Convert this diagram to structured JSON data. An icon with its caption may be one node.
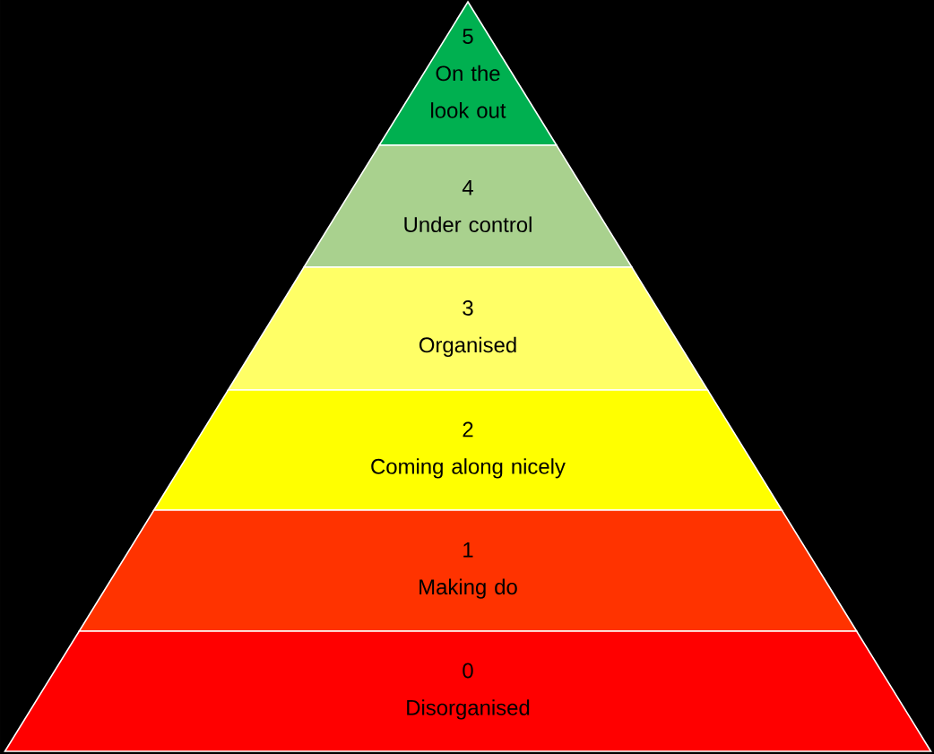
{
  "diagram": {
    "nodes": [
      {
        "text": [
          "5",
          "On the look out"
        ]
      },
      {
        "text": [
          "4",
          "Under control"
        ]
      },
      {
        "text": [
          "3",
          "Organised"
        ]
      },
      {
        "text": [
          "2",
          "Coming along nicely"
        ]
      },
      {
        "text": [
          "1",
          "Making do"
        ]
      },
      {
        "text": [
          "0",
          "Disorganised"
        ]
      }
    ]
  }
}
